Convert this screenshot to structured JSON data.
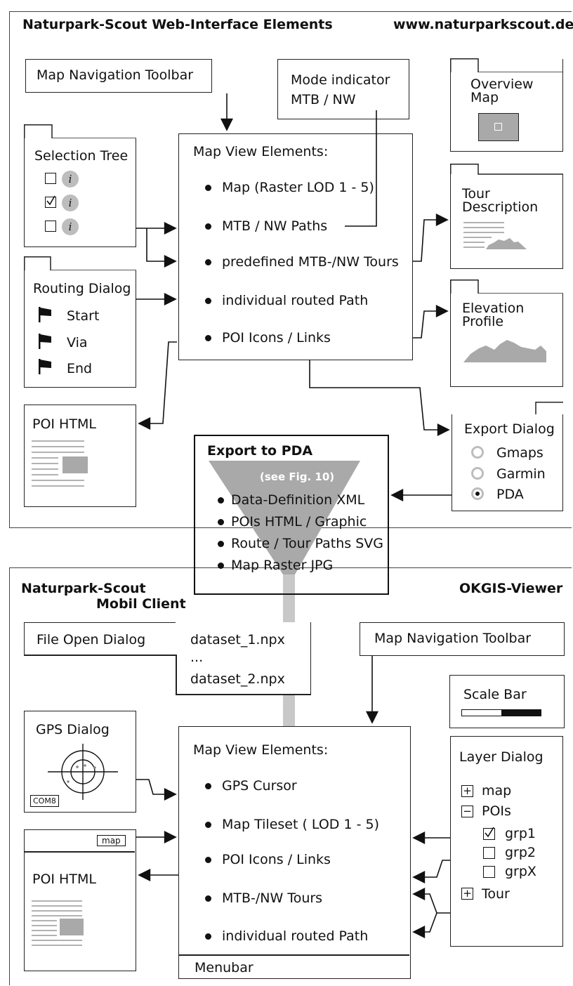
{
  "web": {
    "title": "Naturpark-Scout Web-Interface Elements",
    "url": "www.naturparkscout.de",
    "map_nav_toolbar": "Map Navigation Toolbar",
    "mode_indicator": [
      "Mode indicator",
      "MTB / NW"
    ],
    "overview_map": [
      "Overview",
      "Map"
    ],
    "selection_tree": "Selection Tree",
    "routing_dialog": {
      "title": "Routing Dialog",
      "items": [
        "Start",
        "Via",
        "End"
      ]
    },
    "poi_html": "POI HTML",
    "tour_description": [
      "Tour",
      "Description"
    ],
    "elevation_profile": [
      "Elevation",
      "Profile"
    ],
    "export_dialog": {
      "title": "Export Dialog",
      "options": [
        "Gmaps",
        "Garmin",
        "PDA"
      ],
      "selected": "PDA"
    },
    "map_view": {
      "title": "Map View Elements:",
      "items": [
        "Map (Raster LOD 1 - 5)",
        "MTB / NW Paths",
        "predefined MTB-/NW Tours",
        "individual routed Path",
        "POI Icons / Links"
      ]
    }
  },
  "export_pda": {
    "title": "Export to PDA",
    "note": "(see Fig. 10)",
    "items": [
      "Data-Definition XML",
      "POIs HTML / Graphic",
      "Route / Tour Paths SVG",
      "Map Raster JPG"
    ]
  },
  "mobile": {
    "title_line1": "Naturpark-Scout",
    "title_line2": "Mobil Client",
    "viewer": "OKGIS-Viewer",
    "file_open": {
      "label": "File Open Dialog",
      "files": [
        "dataset_1.npx",
        "...",
        "dataset_2.npx"
      ]
    },
    "map_nav_toolbar": "Map Navigation Toolbar",
    "scale_bar": "Scale Bar",
    "gps_dialog": {
      "title": "GPS Dialog",
      "port": "COM8"
    },
    "poi_html": {
      "title": "POI HTML",
      "tag": "map"
    },
    "map_view": {
      "title": "Map View Elements:",
      "items": [
        "GPS Cursor",
        "Map Tileset ( LOD 1 - 5)",
        "POI  Icons / Links",
        "MTB-/NW Tours",
        "individual routed Path"
      ],
      "menubar": "Menubar"
    },
    "layer_dialog": {
      "title": "Layer Dialog",
      "nodes": [
        "map",
        "POIs",
        "Tour"
      ],
      "groups": [
        "grp1",
        "grp2",
        "grpX"
      ],
      "checked": "grp1"
    }
  },
  "colors": {
    "line": "#111111",
    "gray": "#a9a9a9",
    "light_gray": "#c8c8c8"
  }
}
